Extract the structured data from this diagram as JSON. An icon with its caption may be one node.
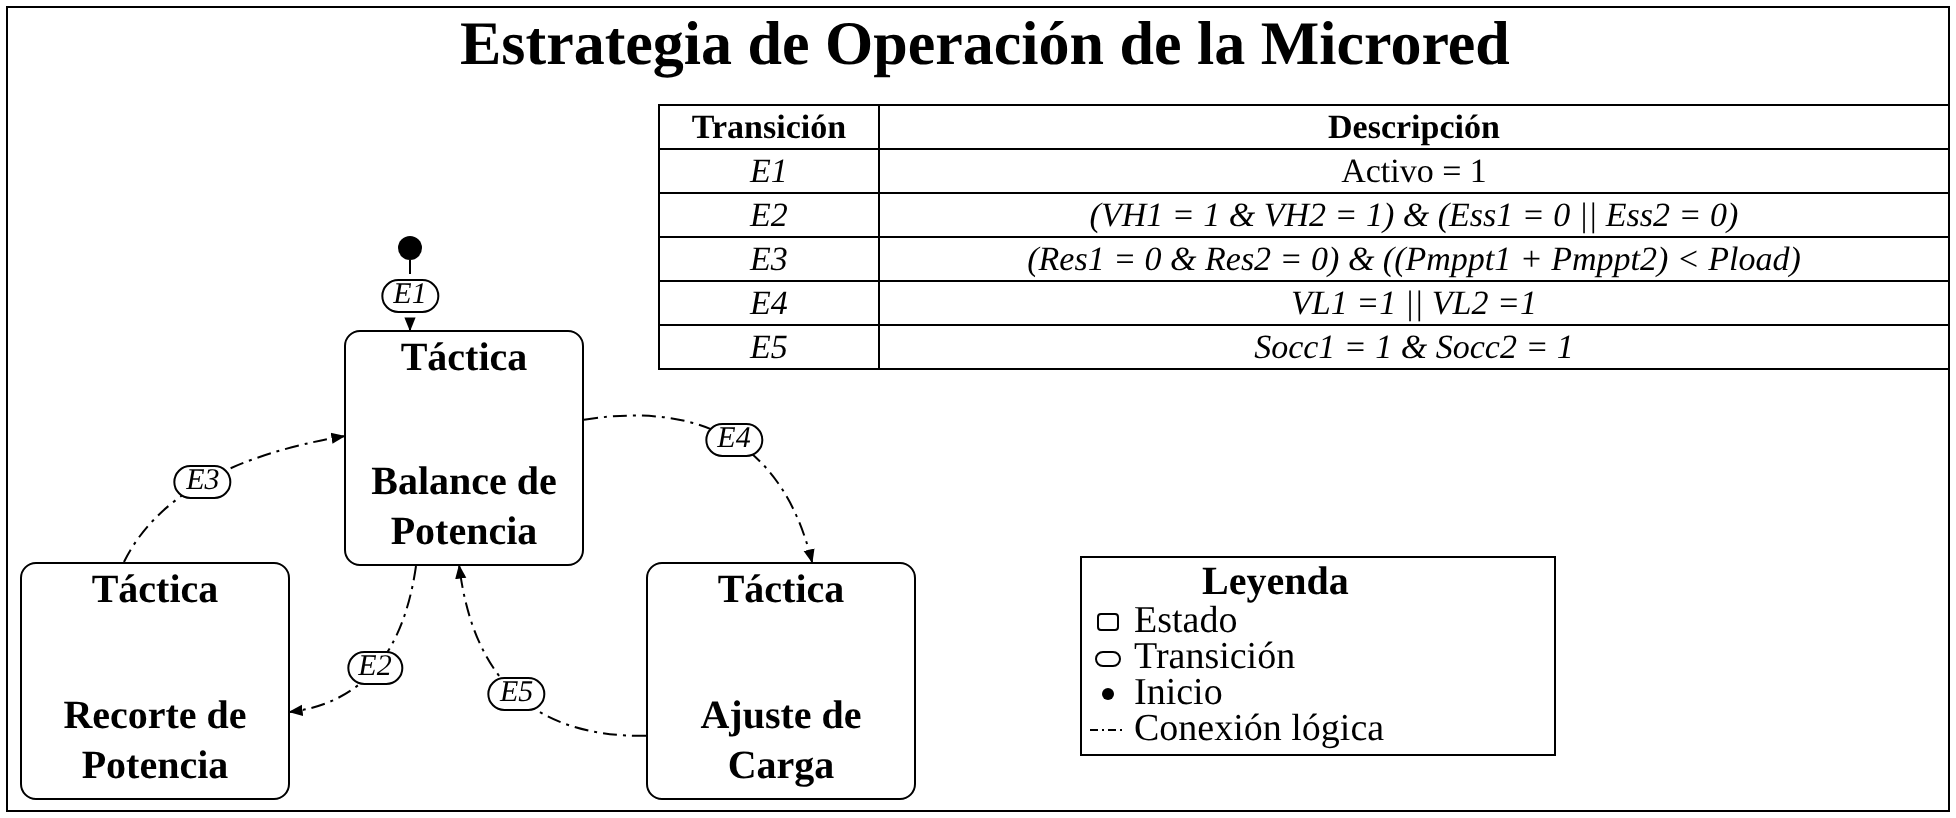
{
  "diagram": {
    "title": "Estrategia de Operación de la Microred",
    "nodes": [
      {
        "text": [],
        "shape": "circle"
      },
      {
        "text": [
          "Táctica",
          "Balance de Potencia"
        ]
      },
      {
        "text": [
          "Táctica",
          "Recorte de Potencia"
        ]
      },
      {
        "text": [
          "Táctica",
          "Ajuste de Carga"
        ]
      }
    ],
    "edges": [
      {
        "from": 0,
        "to": 1,
        "arrow": "to",
        "label": "E1",
        "style": "dashed"
      },
      {
        "from": 1,
        "to": 2,
        "arrow": "to",
        "label": "E2",
        "style": "dashed"
      },
      {
        "from": 2,
        "to": 1,
        "arrow": "to",
        "label": "E3",
        "style": "dashed"
      },
      {
        "from": 1,
        "to": 3,
        "arrow": "to",
        "label": "E4",
        "style": "dashed"
      },
      {
        "from": 3,
        "to": 1,
        "arrow": "to",
        "label": "E5",
        "style": "dashed"
      }
    ],
    "labels": [
      "Transición",
      "Descripción",
      "E1",
      "Activo = 1",
      "E2",
      "(VH1 = 1 & VH2 = 1) & (Ess1 = 0 || Ess2 = 0)",
      "E3",
      "(Res1 = 0 & Res2 = 0) & ((Pmppt1 + Pmppt2) < Pload)",
      "E4",
      "VL1 =1 || VL2 =1",
      "E5",
      "Socc1 = 1 & Socc2 = 1",
      "Leyenda"
    ],
    "legend": [
      {
        "text": "Estado"
      },
      {
        "text": "Transición"
      },
      {
        "text": "Inicio"
      },
      {
        "text": "Conexión lógica"
      }
    ]
  }
}
